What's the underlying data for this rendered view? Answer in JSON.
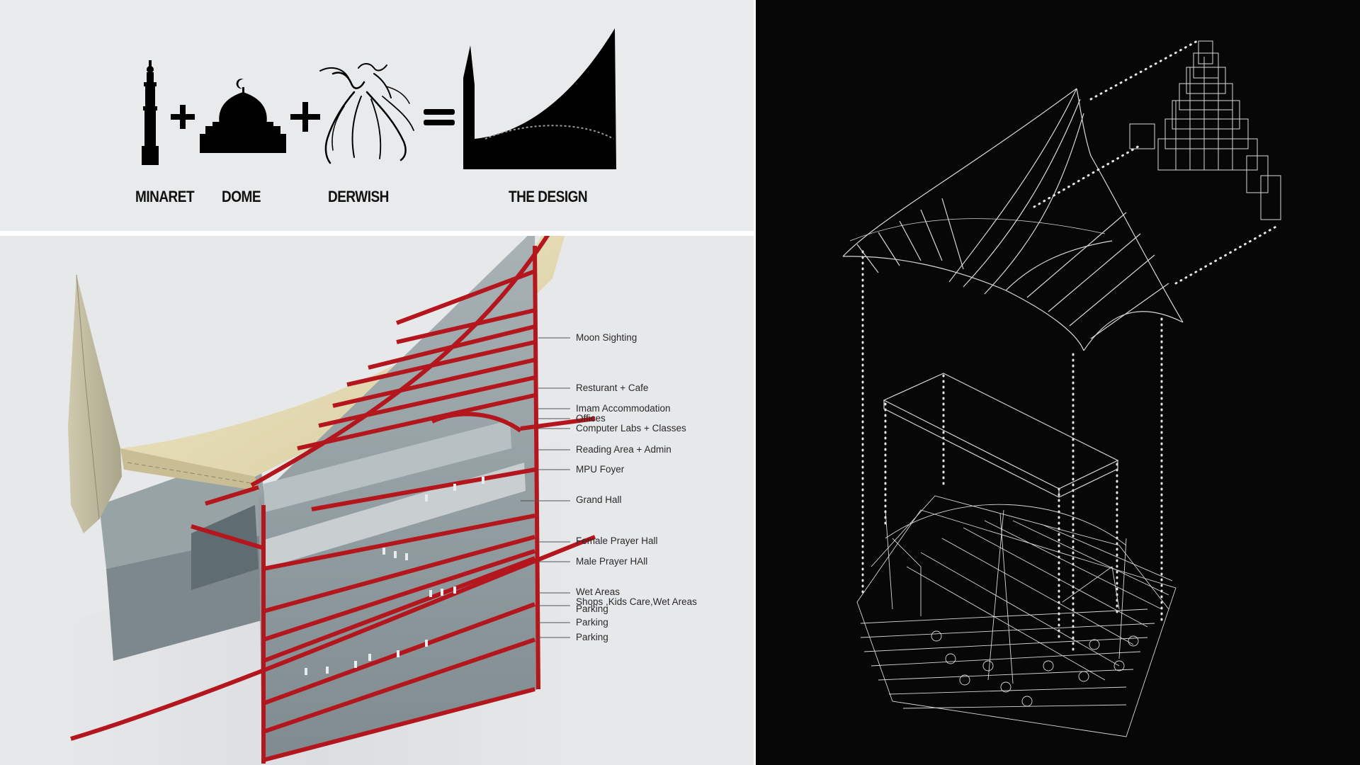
{
  "concept": {
    "captions": {
      "minaret": "MINARET",
      "dome": "DOME",
      "derwish": "DERWISH",
      "design": "THE DESIGN"
    }
  },
  "section": {
    "labels": {
      "moon_sighting": "Moon Sighting",
      "restaurant": "Resturant + Cafe",
      "imam": "Imam Accommodation",
      "offices": "Offices",
      "computer_labs": "Computer Labs + Classes",
      "reading": "Reading Area + Admin",
      "mpu": "MPU Foyer",
      "grand_hall": "Grand Hall",
      "female_prayer": "Female Prayer Hall",
      "male_prayer": "Male Prayer HAll",
      "wet_areas": "Wet Areas",
      "shops": "Shops ,Kids Care,Wet Areas",
      "parking_1": "Parking",
      "parking_2": "Parking",
      "parking_3": "Parking"
    }
  },
  "colors": {
    "section_cut": "#b3161c",
    "roof": "#e7dcb6",
    "axon_line": "#d8d8d8",
    "axon_bg": "#070707"
  }
}
